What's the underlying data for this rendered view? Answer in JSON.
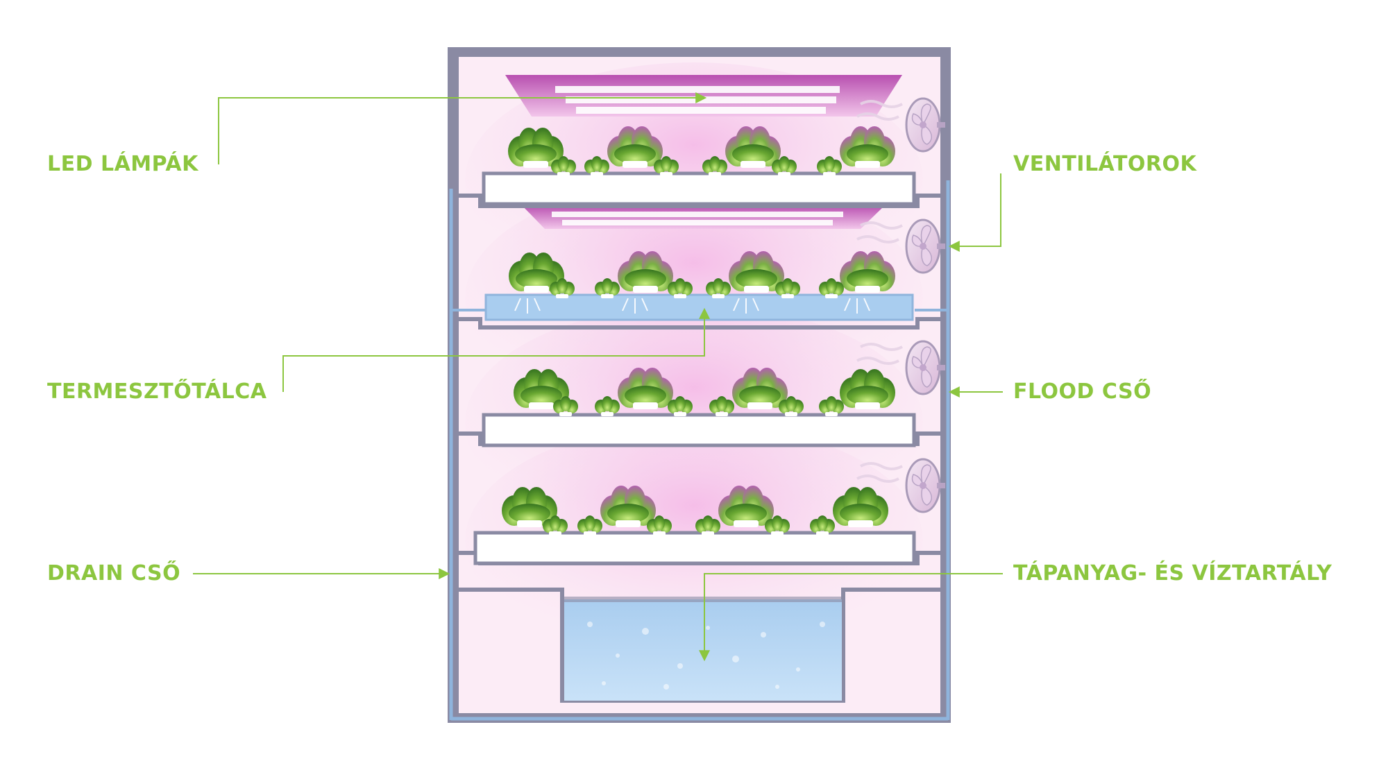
{
  "labels": {
    "led": "LED LÁMPÁK",
    "fans": "VENTILÁTOROK",
    "tray": "TERMESZTŐTÁLCA",
    "flood": "FLOOD CSŐ",
    "drain": "DRAIN CSŐ",
    "tank": "TÁPANYAG- ÉS VÍZTARTÁLY"
  },
  "colors": {
    "label": "#8cc63f",
    "frame": "#8a8aa3",
    "cabinet_bg": "#fcecf6",
    "led_light": "#b84fb0",
    "pipe": "#8fb4dc",
    "water": "#a9cdef",
    "plant_green": "#6aa832",
    "plant_purple": "#b35fb0",
    "leader_line": "#8cc63f"
  },
  "icons": [
    "led-lamp-icon",
    "fan-icon",
    "plant-icon",
    "tray-icon",
    "pipe-icon",
    "water-tank-icon"
  ]
}
